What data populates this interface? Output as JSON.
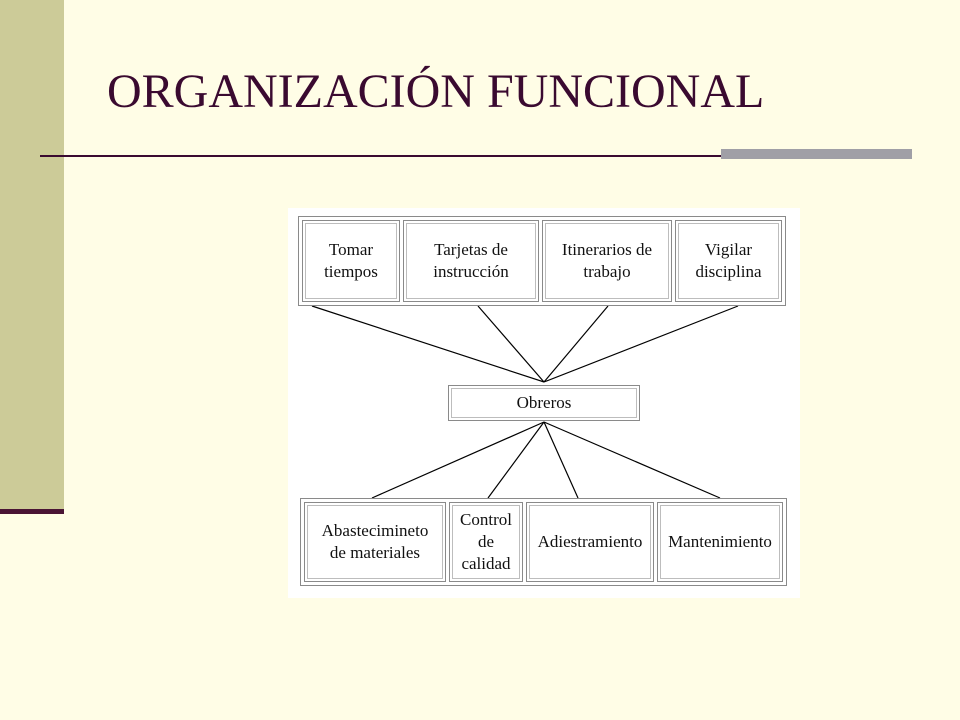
{
  "slide": {
    "title": "ORGANIZACIÓN FUNCIONAL"
  },
  "diagram": {
    "top_boxes": [
      {
        "label": "Tomar\ntiempos"
      },
      {
        "label": "Tarjetas de\ninstrucción"
      },
      {
        "label": "Itinerarios de\ntrabajo"
      },
      {
        "label": "Vigilar\ndisciplina"
      }
    ],
    "center_box": {
      "label": "Obreros"
    },
    "bottom_boxes": [
      {
        "label": "Abastecimineto\nde materiales"
      },
      {
        "label": "Control\nde\ncalidad"
      },
      {
        "label": "Adiestramiento"
      },
      {
        "label": "Mantenimiento"
      }
    ]
  },
  "colors": {
    "background": "#fffde6",
    "left_bar": "#cccb98",
    "accent_dark": "#3a0a30",
    "accent_gray": "#a09fa6"
  }
}
